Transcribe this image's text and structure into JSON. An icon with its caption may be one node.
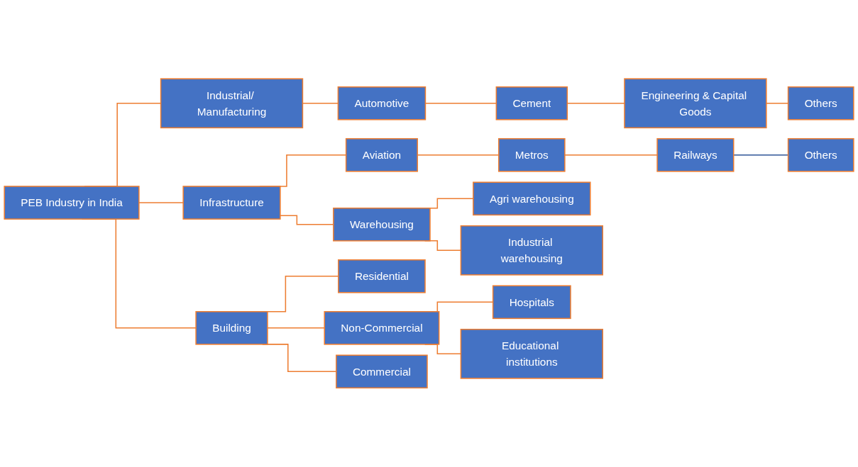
{
  "diagram": {
    "nodes": [
      {
        "text": [
          "PEB Industry in India"
        ]
      },
      {
        "text": [
          "Industrial/ Manufacturing"
        ]
      },
      {
        "text": [
          "Automotive"
        ]
      },
      {
        "text": [
          "Cement"
        ]
      },
      {
        "text": [
          "Engineering & Capital Goods"
        ]
      },
      {
        "text": [
          "Others"
        ]
      },
      {
        "text": [
          "Infrastructure"
        ]
      },
      {
        "text": [
          "Aviation"
        ]
      },
      {
        "text": [
          "Metros"
        ]
      },
      {
        "text": [
          "Railways"
        ]
      },
      {
        "text": [
          "Others"
        ]
      },
      {
        "text": [
          "Warehousing"
        ]
      },
      {
        "text": [
          "Agri warehousing"
        ]
      },
      {
        "text": [
          "Industrial warehousing"
        ]
      },
      {
        "text": [
          "Building"
        ]
      },
      {
        "text": [
          "Residential"
        ]
      },
      {
        "text": [
          "Non-Commercial"
        ]
      },
      {
        "text": [
          "Hospitals"
        ]
      },
      {
        "text": [
          "Educational institutions"
        ]
      },
      {
        "text": [
          "Commercial"
        ]
      }
    ],
    "edges": [
      {
        "from": 0,
        "to": 1,
        "arrow": "none"
      },
      {
        "from": 0,
        "to": 6,
        "arrow": "none"
      },
      {
        "from": 0,
        "to": 14,
        "arrow": "none"
      },
      {
        "from": 1,
        "to": 2,
        "arrow": "none"
      },
      {
        "from": 2,
        "to": 3,
        "arrow": "none"
      },
      {
        "from": 3,
        "to": 4,
        "arrow": "none"
      },
      {
        "from": 4,
        "to": 5,
        "arrow": "none"
      },
      {
        "from": 6,
        "to": 7,
        "arrow": "none"
      },
      {
        "from": 6,
        "to": 11,
        "arrow": "none"
      },
      {
        "from": 7,
        "to": 8,
        "arrow": "none"
      },
      {
        "from": 8,
        "to": 9,
        "arrow": "none"
      },
      {
        "from": 9,
        "to": 10,
        "arrow": "none",
        "color": "#2f5597"
      },
      {
        "from": 11,
        "to": 12,
        "arrow": "none"
      },
      {
        "from": 11,
        "to": 13,
        "arrow": "none"
      },
      {
        "from": 14,
        "to": 15,
        "arrow": "none"
      },
      {
        "from": 14,
        "to": 16,
        "arrow": "none"
      },
      {
        "from": 14,
        "to": 19,
        "arrow": "none"
      },
      {
        "from": 16,
        "to": 17,
        "arrow": "none"
      },
      {
        "from": 16,
        "to": 18,
        "arrow": "none"
      }
    ]
  }
}
